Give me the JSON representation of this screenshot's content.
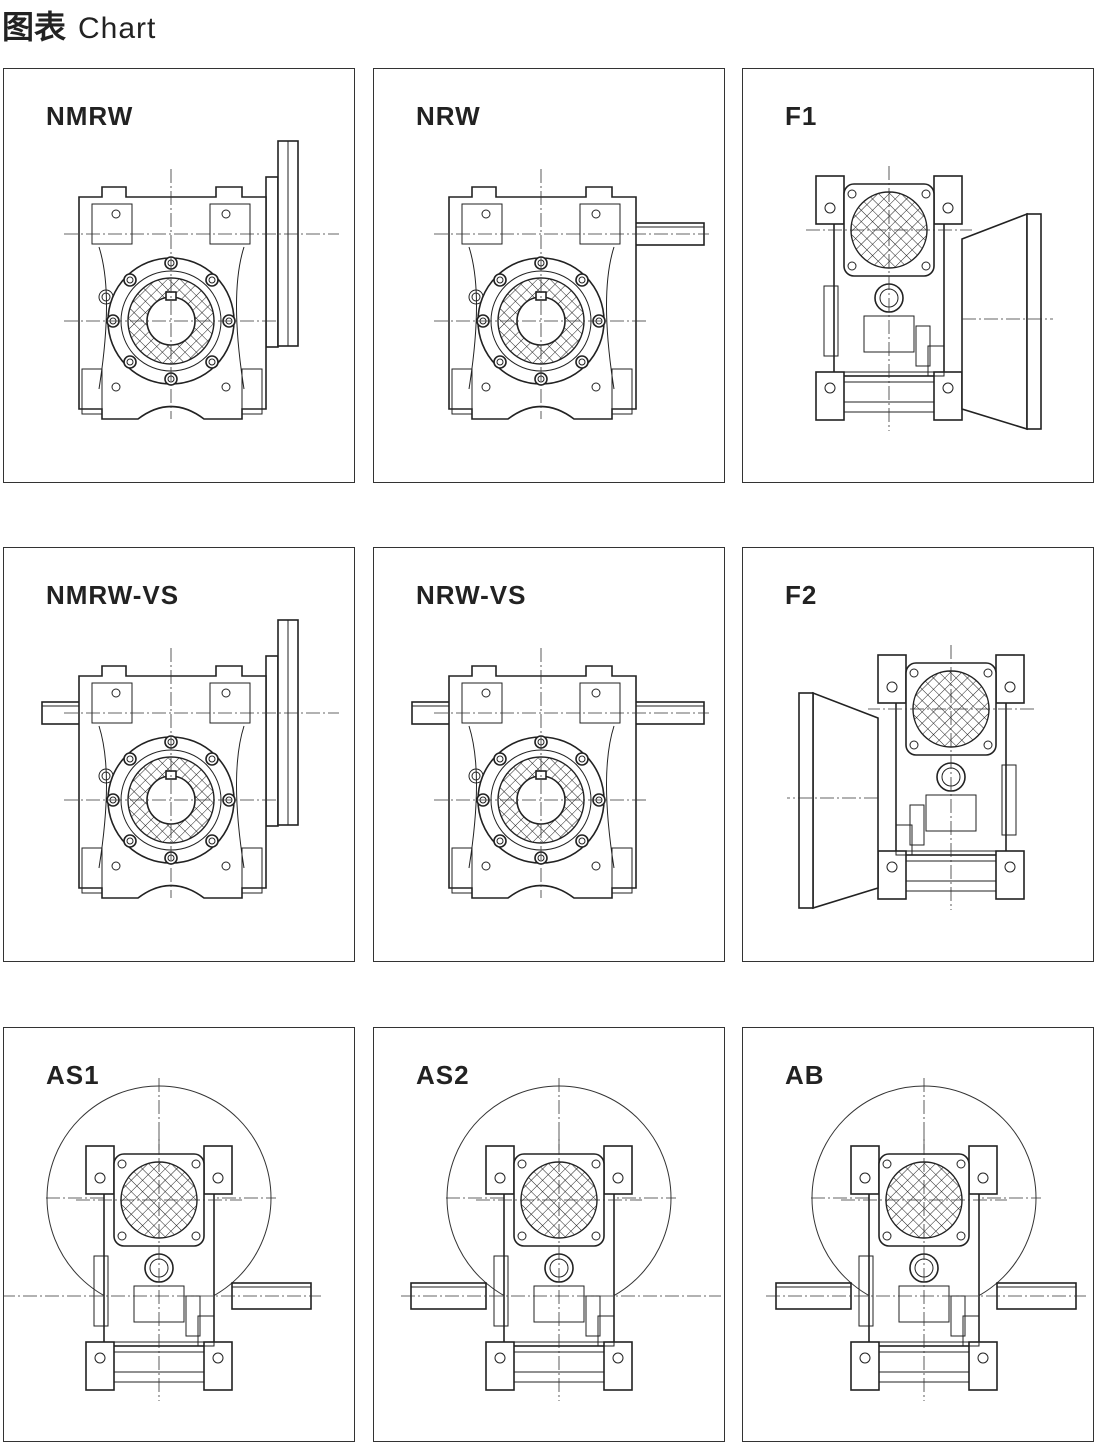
{
  "header": {
    "title_cn": "图表",
    "title_en": "Chart"
  },
  "panels": [
    {
      "label": "NMRW",
      "view": "front",
      "flange": true,
      "shaft_left": false,
      "shaft_right": false
    },
    {
      "label": "NRW",
      "view": "front",
      "flange": false,
      "shaft_left": false,
      "shaft_right": true
    },
    {
      "label": "F1",
      "view": "side",
      "flange": "right"
    },
    {
      "label": "NMRW-VS",
      "view": "front",
      "flange": true,
      "shaft_left": true,
      "shaft_right": false
    },
    {
      "label": "NRW-VS",
      "view": "front",
      "flange": false,
      "shaft_left": true,
      "shaft_right": true
    },
    {
      "label": "F2",
      "view": "side",
      "flange": "left"
    },
    {
      "label": "AS1",
      "view": "side-motor",
      "shaft": "right"
    },
    {
      "label": "AS2",
      "view": "side-motor",
      "shaft": "left"
    },
    {
      "label": "AB",
      "view": "side-motor",
      "shaft": "both"
    }
  ]
}
